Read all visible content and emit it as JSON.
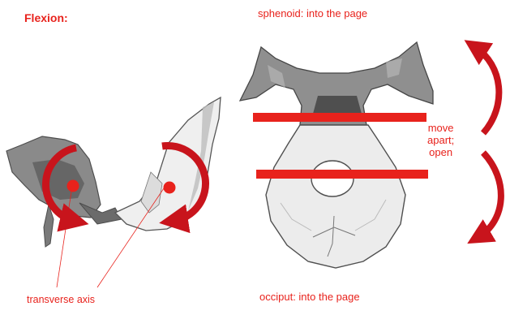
{
  "title": "Flexion:",
  "labels": {
    "sphenoid": "sphenoid: into the page",
    "occiput": "occiput: into the page",
    "axis": "transverse axis",
    "side_line1": "move",
    "side_line2": "apart;",
    "side_line3": "open"
  },
  "colors": {
    "accent": "#e8221c",
    "arrow": "#c8141c",
    "bone_fill": "#ededed",
    "bone_dark": "#6f6f6f",
    "bone_outline": "#555555",
    "background": "#ffffff"
  },
  "icons": {
    "rotation": "curved-rotation-arrow",
    "axis_point": "red-dot-axis-marker"
  }
}
